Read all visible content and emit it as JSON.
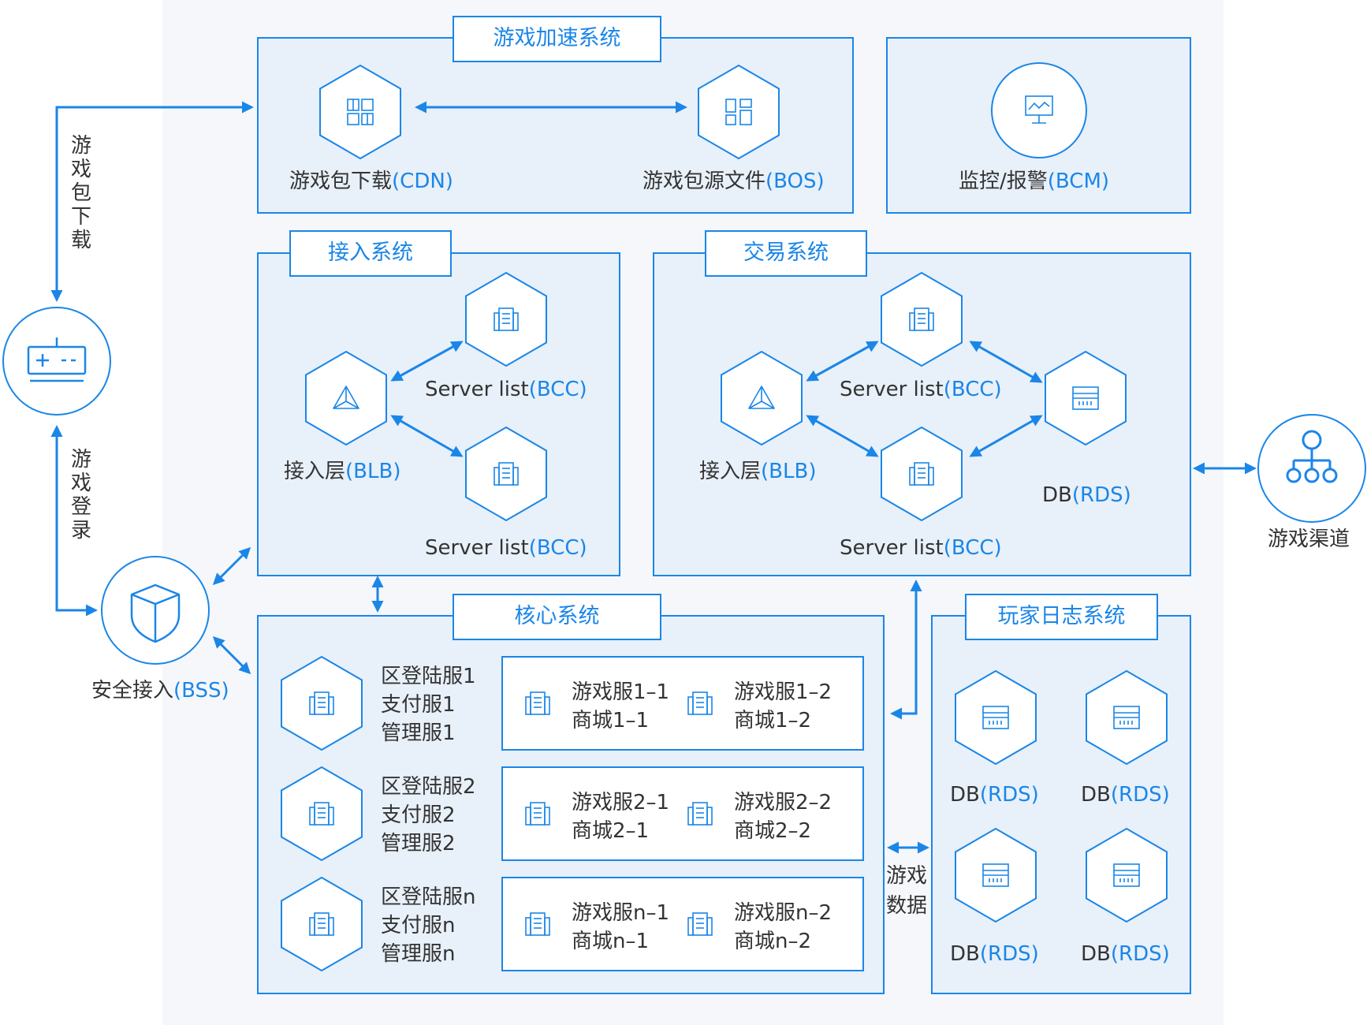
{
  "colors": {
    "accent": "#1a86e8",
    "panel_fill": "#e8f0f9",
    "background": "#f5f7fa",
    "text": "#333333"
  },
  "sections": {
    "acceleration": "游戏加速系统",
    "access": "接入系统",
    "trading": "交易系统",
    "core": "核心系统",
    "player_log": "玩家日志系统"
  },
  "acceleration": {
    "cdn": {
      "label": "游戏包下载",
      "tag": "(CDN)",
      "icon": "grid-icon"
    },
    "bos": {
      "label": "游戏包源文件",
      "tag": "(BOS)",
      "icon": "file-layout-icon"
    },
    "bcm": {
      "label": "监控/报警",
      "tag": "(BCM)",
      "icon": "monitor-icon"
    }
  },
  "access": {
    "blb": {
      "label": "接入层",
      "tag": "(BLB)",
      "icon": "load-balancer-icon"
    },
    "server1": {
      "label": "Server list",
      "tag": "(BCC)",
      "icon": "server-icon"
    },
    "server2": {
      "label": "Server list",
      "tag": "(BCC)",
      "icon": "server-icon"
    }
  },
  "trading": {
    "blb": {
      "label": "接入层",
      "tag": "(BLB)",
      "icon": "load-balancer-icon"
    },
    "server1": {
      "label": "Server list",
      "tag": "(BCC)",
      "icon": "server-icon"
    },
    "server2": {
      "label": "Server list",
      "tag": "(BCC)",
      "icon": "server-icon"
    },
    "db": {
      "label": "DB",
      "tag": "(RDS)",
      "icon": "database-icon"
    }
  },
  "core": {
    "rows": [
      {
        "zone": [
          "区登陆服1",
          "支付服1",
          "管理服1"
        ],
        "left": [
          "游戏服1–1",
          "商城1–1"
        ],
        "right": [
          "游戏服1–2",
          "商城1–2"
        ]
      },
      {
        "zone": [
          "区登陆服2",
          "支付服2",
          "管理服2"
        ],
        "left": [
          "游戏服2–1",
          "商城2–1"
        ],
        "right": [
          "游戏服2–2",
          "商城2–2"
        ]
      },
      {
        "zone": [
          "区登陆服n",
          "支付服n",
          "管理服n"
        ],
        "left": [
          "游戏服n–1",
          "商城n–1"
        ],
        "right": [
          "游戏服n–2",
          "商城n–2"
        ]
      }
    ]
  },
  "player_log": {
    "dbs": [
      {
        "label": "DB",
        "tag": "(RDS)"
      },
      {
        "label": "DB",
        "tag": "(RDS)"
      },
      {
        "label": "DB",
        "tag": "(RDS)"
      },
      {
        "label": "DB",
        "tag": "(RDS)"
      }
    ]
  },
  "left": {
    "download_vertical": "游戏包下载",
    "login_vertical": "游戏登录",
    "gamepad_icon": "gamepad-icon",
    "bss": {
      "label": "安全接入",
      "tag": "(BSS)",
      "icon": "shield-icon"
    }
  },
  "right": {
    "channel": {
      "label": "游戏渠道",
      "icon": "org-chart-icon"
    }
  },
  "game_data": {
    "line1": "游戏",
    "line2": "数据"
  }
}
